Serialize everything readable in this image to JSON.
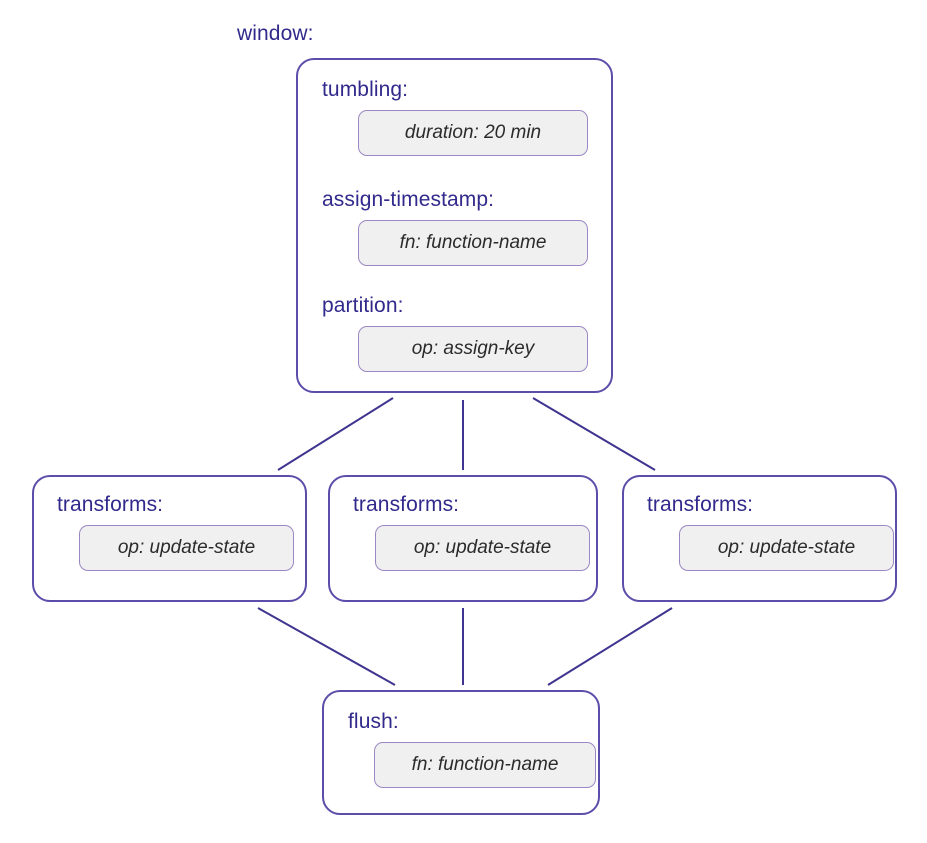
{
  "diagram": {
    "title": "window:",
    "root": {
      "label": "window:",
      "container": {
        "name": "window-container",
        "sections": [
          {
            "label": "tumbling:",
            "field": "duration: 20 min"
          },
          {
            "label": "assign-timestamp:",
            "field": "fn: function-name"
          },
          {
            "label": "partition:",
            "field": "op: assign-key"
          }
        ]
      }
    },
    "transforms": [
      {
        "label": "transforms:",
        "field": "op: update-state"
      },
      {
        "label": "transforms:",
        "field": "op: update-state"
      },
      {
        "label": "transforms:",
        "field": "op: update-state"
      }
    ],
    "flush": {
      "label": "flush:",
      "field": "fn: function-name"
    },
    "colors": {
      "label_text": "#312a8c",
      "node_border": "#5b4eaa",
      "field_border": "#9b87c4",
      "field_fill": "#f1f0f1",
      "field_text": "#2b2b2b",
      "edge_line": "#3f348f",
      "inner_connector": "#555555",
      "background": "#ffffff"
    }
  }
}
